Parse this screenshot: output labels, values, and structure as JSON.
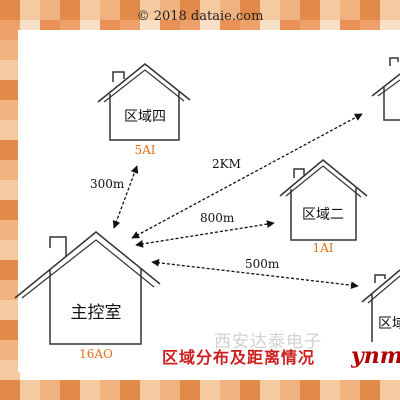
{
  "watermark": {
    "copyright": "© 2018 dataie.com",
    "overlay_text": "ynm",
    "faint_text": "西安达泰电子"
  },
  "diagram": {
    "caption": "区域分布及距离情况",
    "nodes": {
      "main": {
        "label": "主控室",
        "io": "16AO"
      },
      "area4": {
        "label": "区域四",
        "io": "5AI"
      },
      "area2": {
        "label": "区域二",
        "io": "1AI"
      },
      "area_right_bottom": {
        "label": "区域"
      }
    },
    "links": {
      "to_area4": "300m",
      "to_top_right": "2KM",
      "to_area2": "800m",
      "to_bottom_right": "500m"
    }
  },
  "colors": {
    "checker_dark": "#e28a4a",
    "checker_light": "#f8e0c8",
    "label_orange": "#e0701a",
    "caption_red": "#cc2020"
  }
}
